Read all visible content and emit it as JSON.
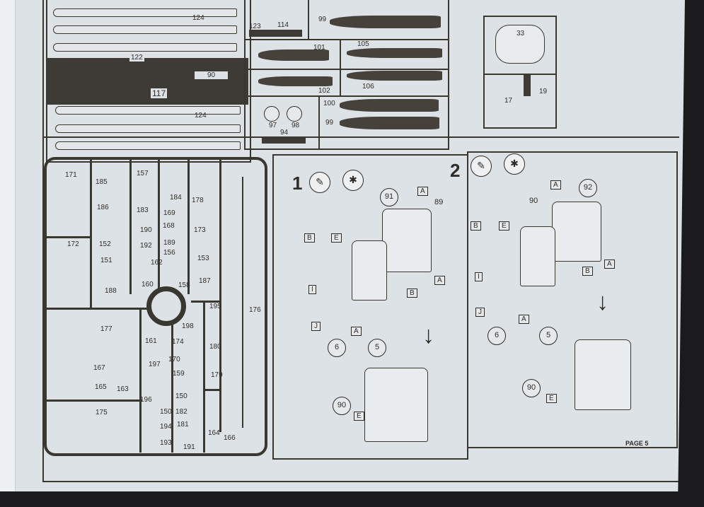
{
  "page_label": "PAGE 5",
  "top_parts": {
    "p124a": "124",
    "p124b": "124",
    "p122": "122",
    "p117": "117",
    "p90": "90",
    "p123": "123",
    "p114": "114",
    "p99a": "99",
    "p101": "101",
    "p105": "105",
    "p102": "102",
    "p106": "106",
    "p100": "100",
    "p99b": "99",
    "p97": "97",
    "p98": "98",
    "p94": "94",
    "p33": "33",
    "p17": "17",
    "p19": "19"
  },
  "sprue": [
    "171",
    "185",
    "157",
    "184",
    "178",
    "186",
    "183",
    "169",
    "168",
    "173",
    "172",
    "152",
    "190",
    "192",
    "189",
    "156",
    "151",
    "162",
    "153",
    "160",
    "158",
    "187",
    "188",
    "195",
    "176",
    "177",
    "198",
    "161",
    "174",
    "180",
    "170",
    "167",
    "197",
    "159",
    "179",
    "165",
    "163",
    "150",
    "196",
    "150",
    "182",
    "175",
    "181",
    "194",
    "164",
    "166",
    "193",
    "191"
  ],
  "step1": {
    "number": "1",
    "parts": [
      "91",
      "89"
    ],
    "flags": [
      "A",
      "B",
      "E",
      "A",
      "B",
      "A",
      "J"
    ],
    "circles": [
      "6",
      "5",
      "90"
    ],
    "flag_e2": "E",
    "flag_i": "I",
    "icons": [
      "glue-icon",
      "paint-icon"
    ]
  },
  "step2": {
    "number": "2",
    "parts": [
      "90",
      "92"
    ],
    "flags": [
      "A",
      "B",
      "E",
      "B",
      "A",
      "A",
      "J"
    ],
    "circles": [
      "6",
      "5",
      "90"
    ],
    "flag_e2": "E",
    "flag_i": "I",
    "icons": [
      "glue-icon",
      "paint-icon"
    ]
  }
}
